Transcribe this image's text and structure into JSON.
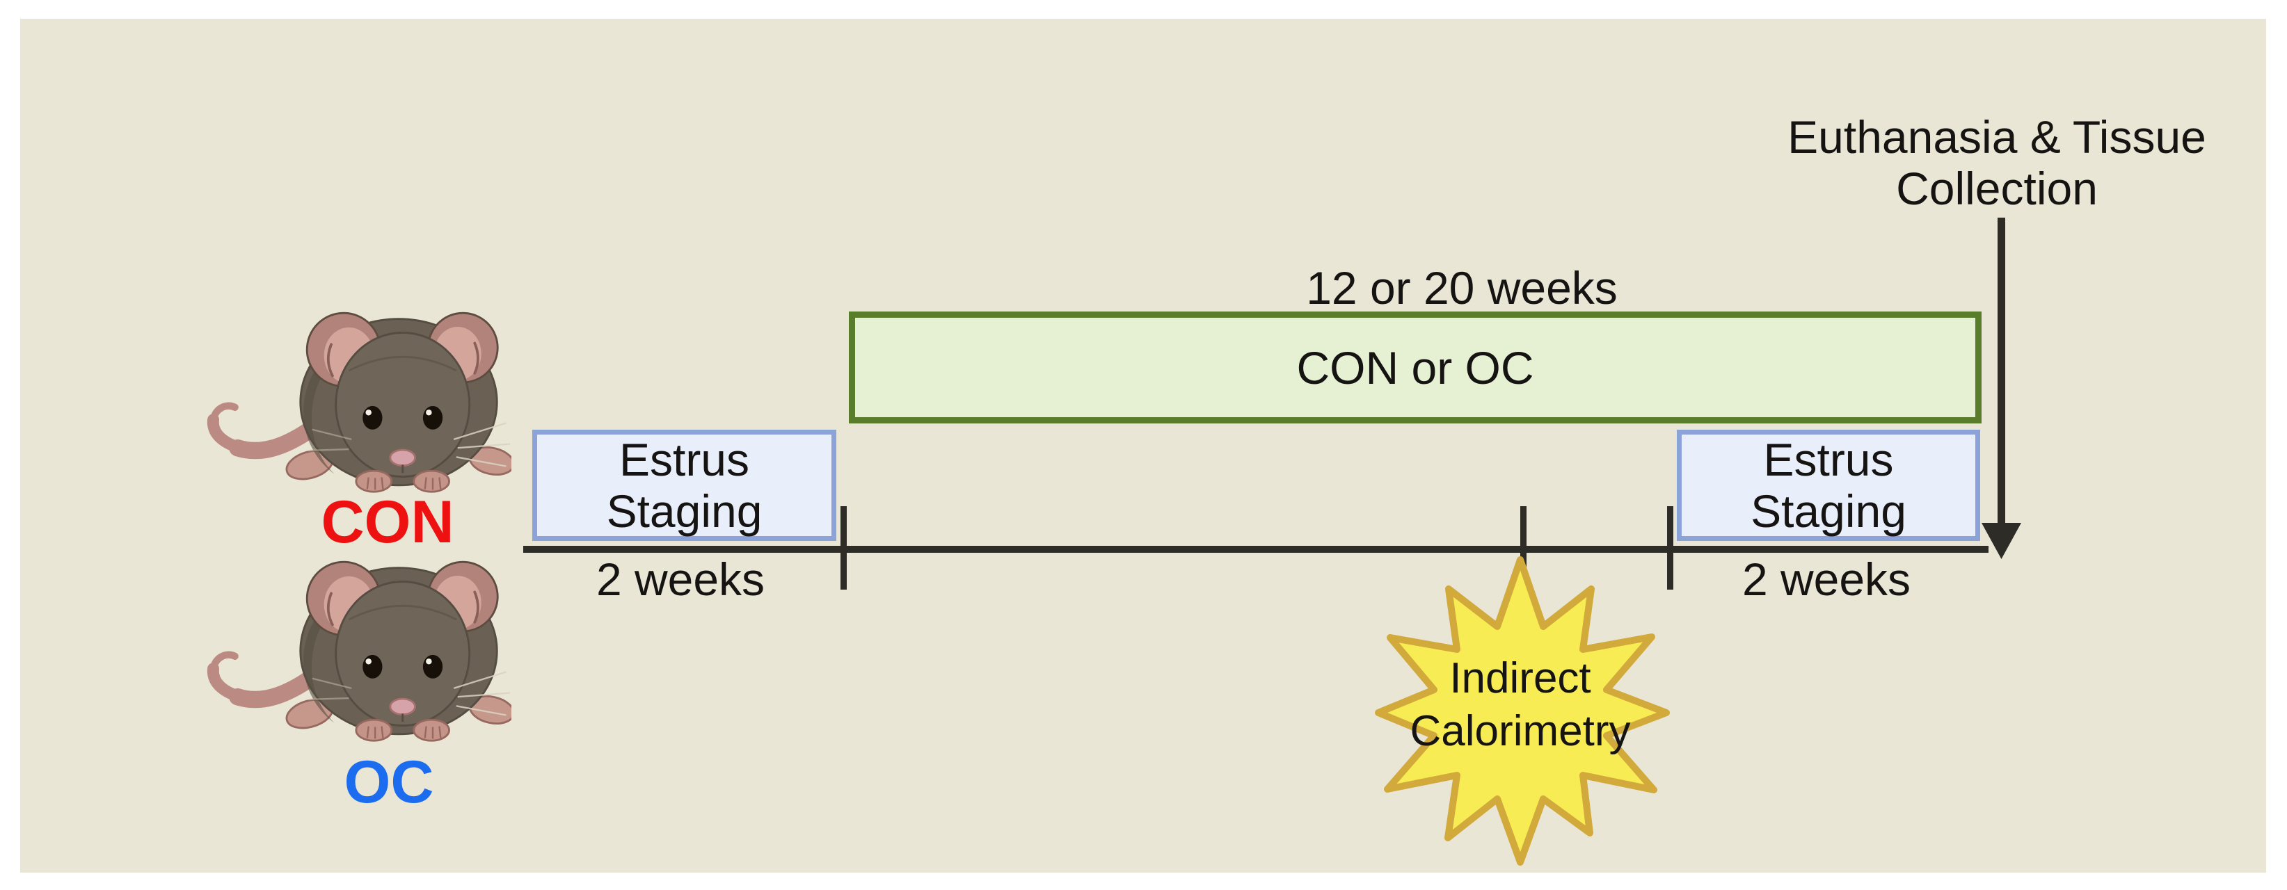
{
  "palette": {
    "panel-bg": "#e9e6d5",
    "timeline-color": "#2e2c27",
    "treatment-fill": "#e6f0d3",
    "treatment-border": "#5a7d2b",
    "estrus-fill": "#e9eefb",
    "estrus-border": "#8ba3d8",
    "star-fill": "#f8ec55",
    "star-border": "#d2a93b",
    "con-red": "#ee1111",
    "oc-blue": "#1c6cf0"
  },
  "groups": [
    {
      "id": "con",
      "label": "CON",
      "color": "#ee1111"
    },
    {
      "id": "oc",
      "label": "OC",
      "color": "#1c6cf0"
    }
  ],
  "treatment_bar": {
    "label": "CON or OC",
    "duration": "12 or 20 weeks"
  },
  "estrus_left": {
    "line1": "Estrus",
    "line2": "Staging",
    "duration": "2 weeks"
  },
  "estrus_right": {
    "line1": "Estrus",
    "line2": "Staging",
    "duration": "2 weeks"
  },
  "calorimetry": {
    "line1": "Indirect",
    "line2": "Calorimetry"
  },
  "endpoint": {
    "line1": "Euthanasia & Tissue",
    "line2": "Collection"
  }
}
